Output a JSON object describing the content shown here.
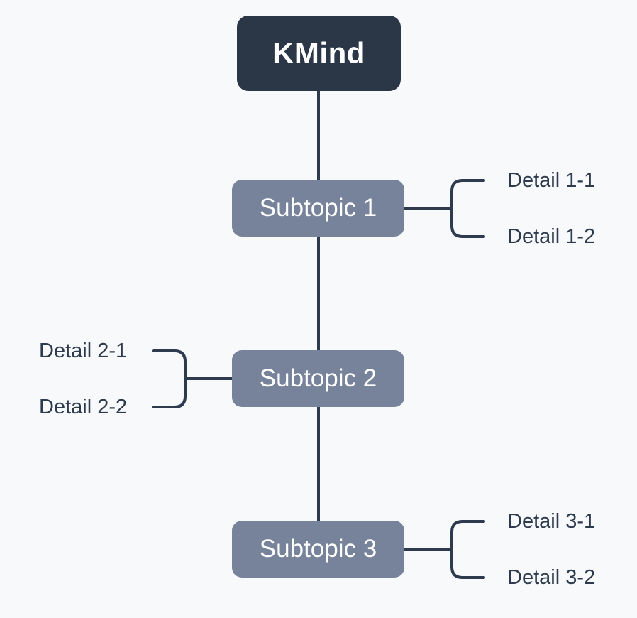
{
  "page": {
    "background": "#f7f9fb"
  },
  "colors": {
    "root_fill": "#2b3647",
    "root_text": "#ffffff",
    "subtopic_fill": "#77839a",
    "subtopic_text": "#ffffff",
    "connector": "#2e3a4e",
    "detail_text": "#2e3a4e"
  },
  "mindmap": {
    "root": {
      "label": "KMind"
    },
    "subtopics": [
      {
        "label": "Subtopic 1",
        "side": "right",
        "details": [
          "Detail 1-1",
          "Detail 1-2"
        ]
      },
      {
        "label": "Subtopic 2",
        "side": "left",
        "details": [
          "Detail 2-1",
          "Detail 2-2"
        ]
      },
      {
        "label": "Subtopic 3",
        "side": "right",
        "details": [
          "Detail 3-1",
          "Detail 3-2"
        ]
      }
    ]
  }
}
